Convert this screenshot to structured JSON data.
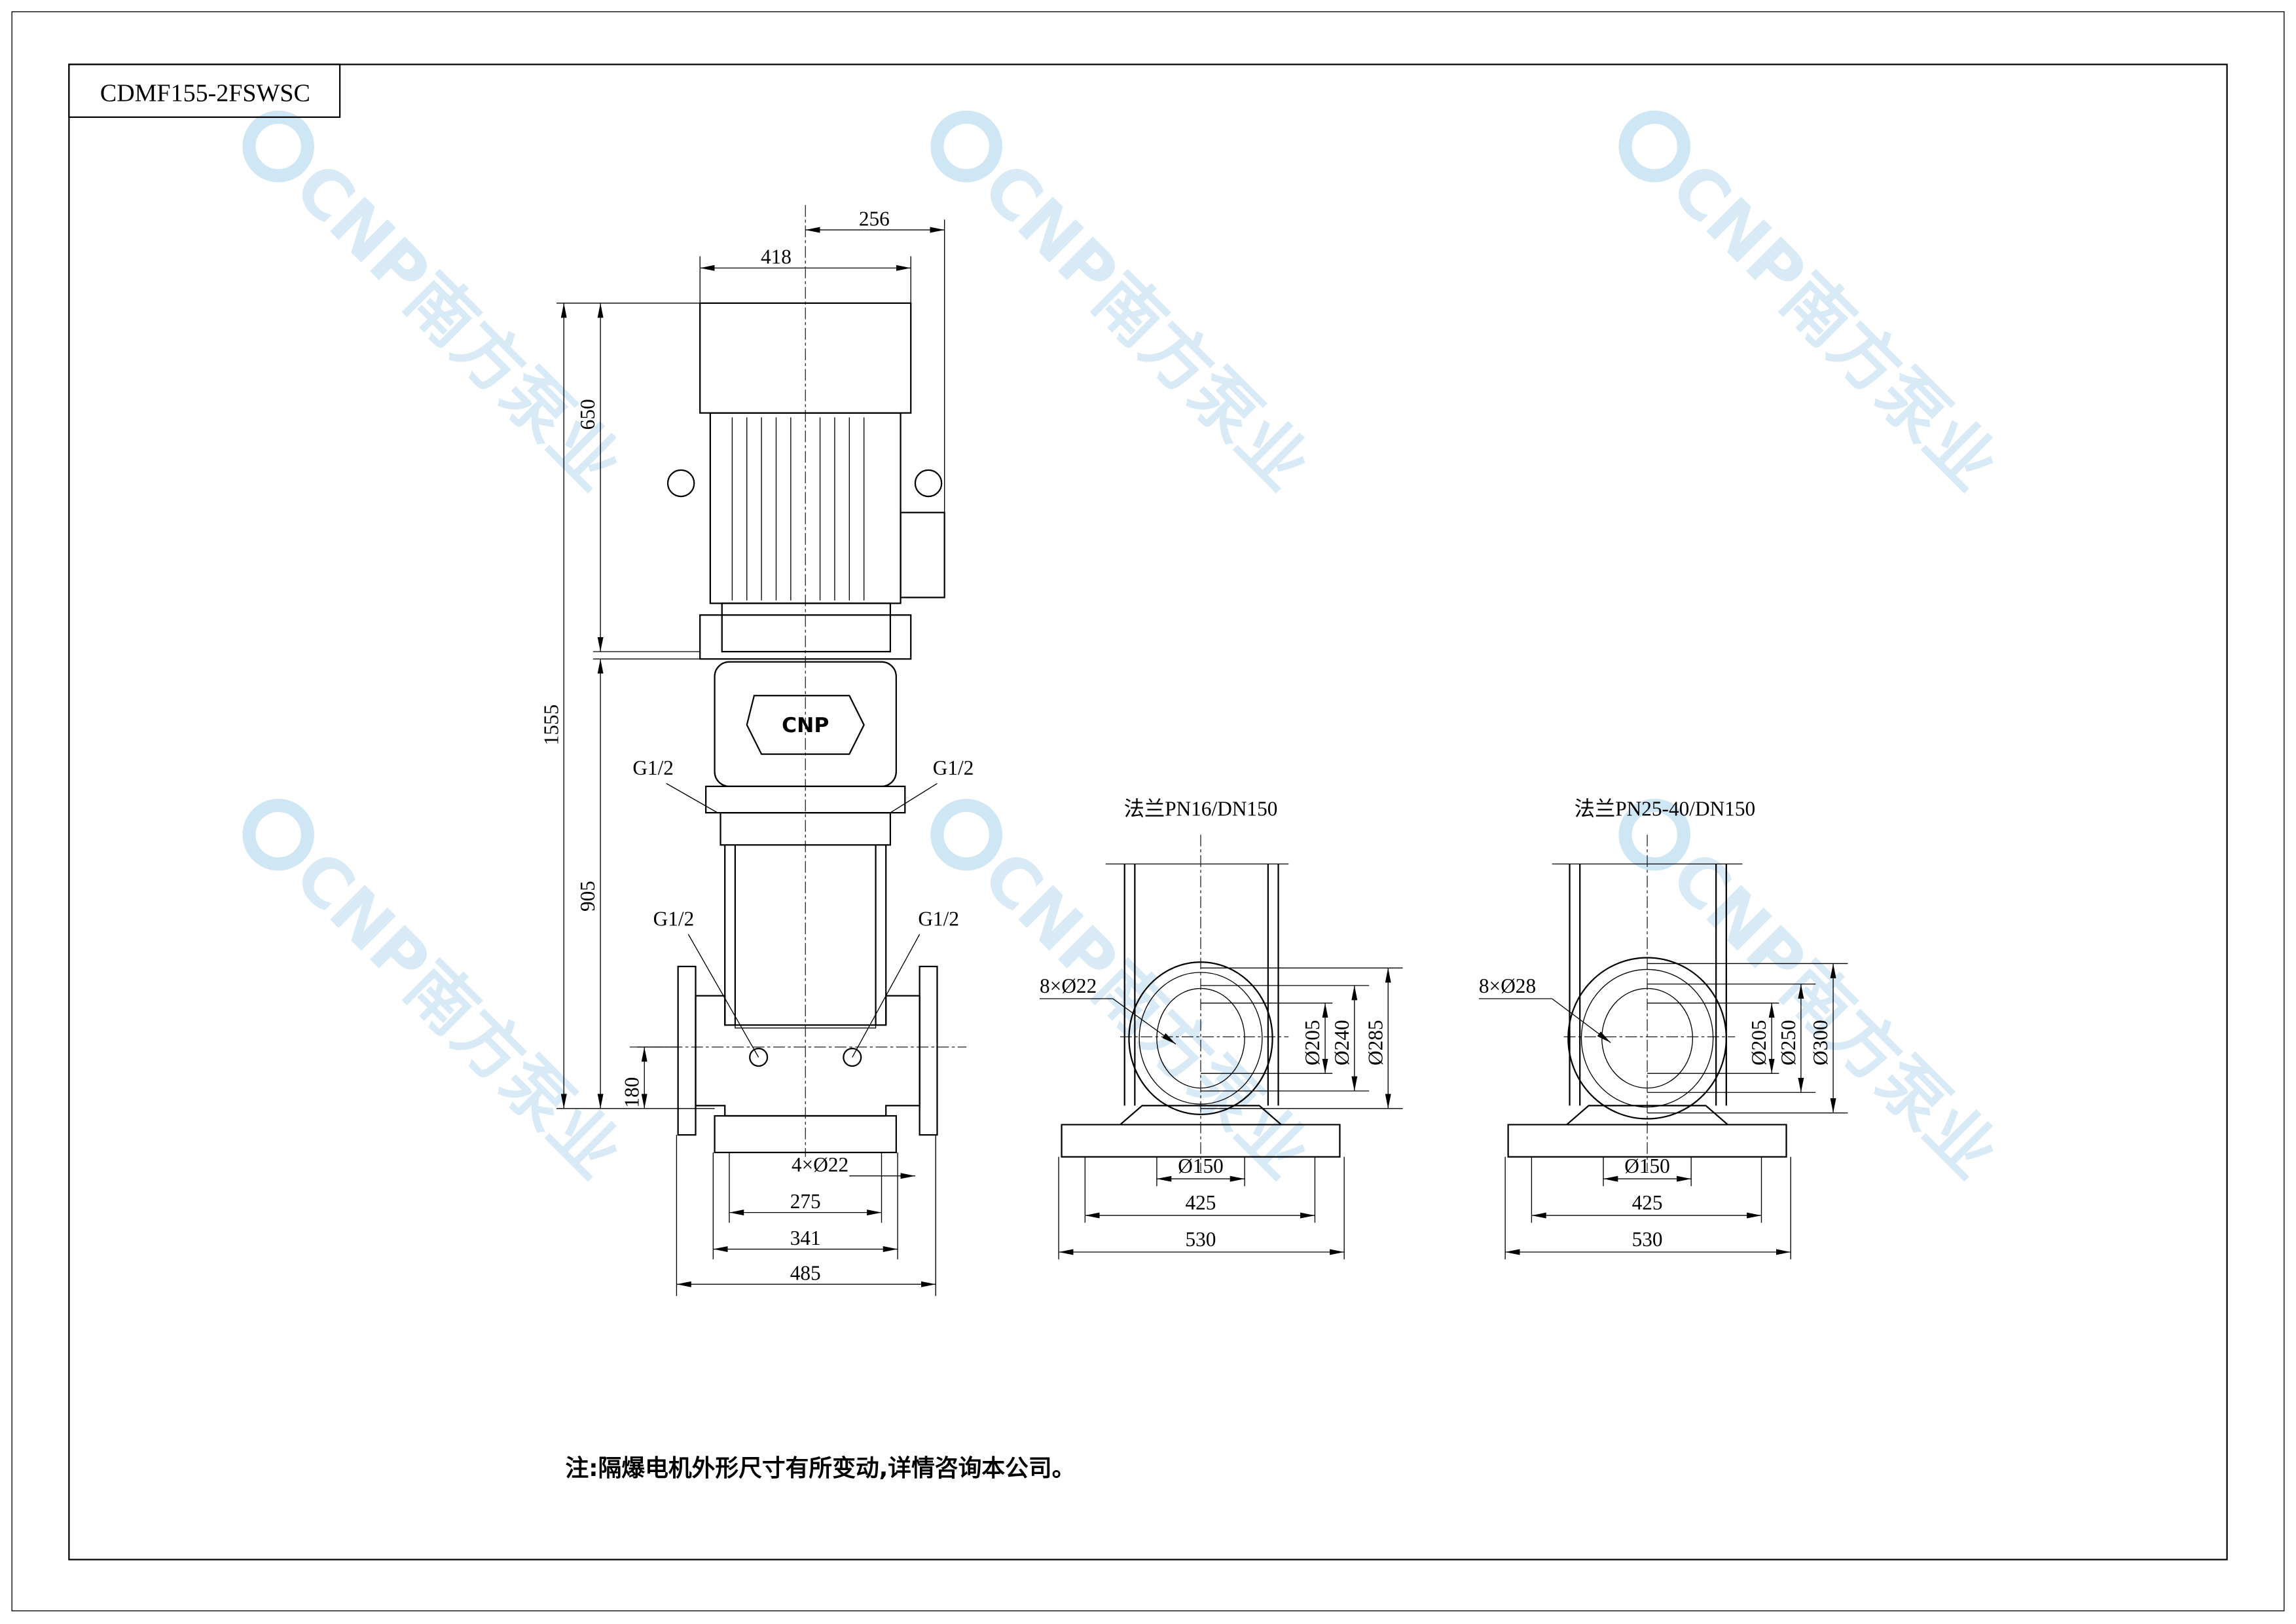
{
  "title_block": {
    "model": "CDMF155-2FSWSC"
  },
  "watermark": {
    "brand": "CNP",
    "name_cn": "南方泵业",
    "color": "#cfe6f5"
  },
  "pump_view": {
    "motor_logo": "CNP",
    "dims": {
      "motor_width": "418",
      "motor_offset": "256",
      "motor_height": "650",
      "overall_height": "1555",
      "pump_height": "905",
      "inlet_height": "180",
      "bolt_holes": "4×Ø22",
      "bolt_span": "275",
      "base_width": "341",
      "flange_span": "485"
    },
    "ports": [
      "G1/2",
      "G1/2",
      "G1/2",
      "G1/2"
    ]
  },
  "flange_views": [
    {
      "title": "法兰PN16/DN150",
      "bolts": "8×Ø22",
      "d1": "Ø205",
      "d2": "Ø240",
      "d3": "Ø285",
      "bore": "Ø150",
      "span": "425",
      "width": "530"
    },
    {
      "title": "法兰PN25-40/DN150",
      "bolts": "8×Ø28",
      "d1": "Ø205",
      "d2": "Ø250",
      "d3": "Ø300",
      "bore": "Ø150",
      "span": "425",
      "width": "530"
    }
  ],
  "note": "注:隔爆电机外形尺寸有所变动,详情咨询本公司。"
}
